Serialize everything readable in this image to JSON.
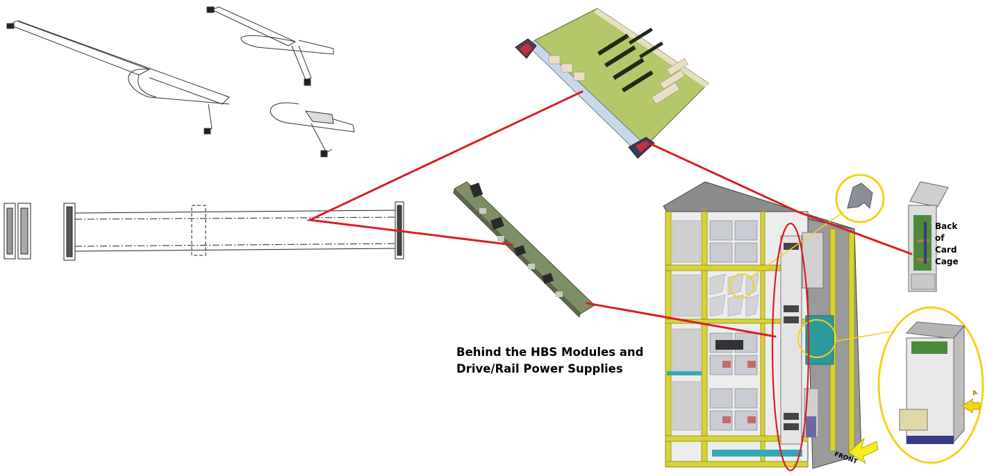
{
  "labels": {
    "hbs_line1": "Behind the HBS Modules and",
    "hbs_line2": "Drive/Rail Power Supplies",
    "cage_line1": "Back",
    "cage_line2": "of",
    "cage_line3": "Card",
    "cage_line4": "Cage",
    "front": "FRONT",
    "arrow_a": "A"
  },
  "colors": {
    "leader_red": "#d81e24",
    "callout_yellow": "#f2d21b",
    "frame_yellow": "#d8d233",
    "board_green": "#9cb85a",
    "cabinet_gray": "#8d8d8d"
  }
}
